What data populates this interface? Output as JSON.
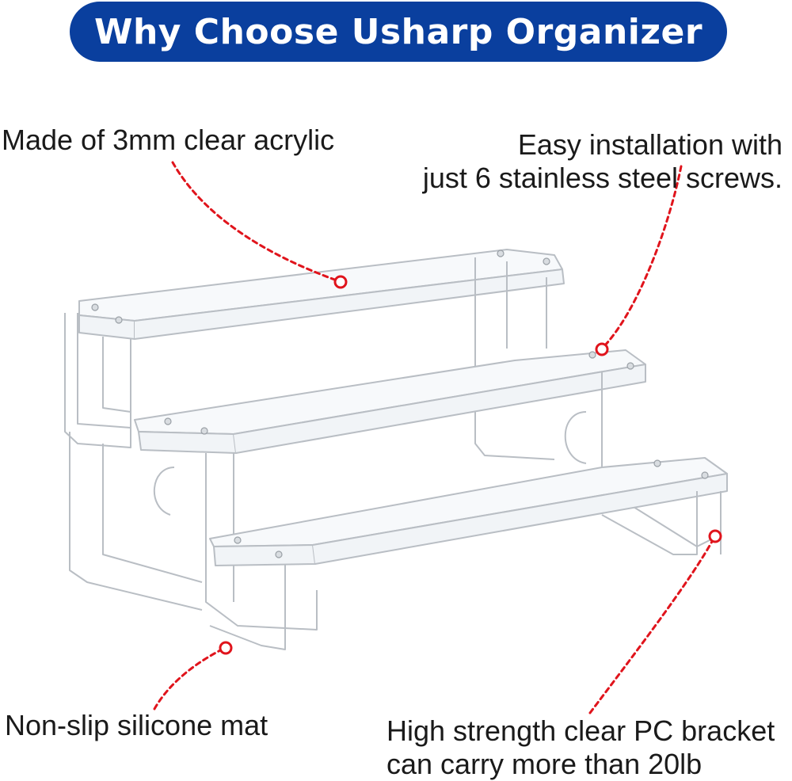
{
  "banner": {
    "title": "Why Choose Usharp Organizer"
  },
  "callouts": {
    "acrylic": {
      "text": "Made of 3mm clear acrylic"
    },
    "installation": {
      "line1": "Easy installation with",
      "line2": "just 6 stainless steel screws."
    },
    "mat": {
      "text": "Non-slip silicone mat"
    },
    "bracket": {
      "line1": "High strength clear PC bracket",
      "line2": "can carry more than 20lb"
    }
  },
  "colors": {
    "banner": "#0a3f9e",
    "banner_text": "#ffffff",
    "pointer": "#e0141c",
    "text": "#1a1a1a",
    "acrylic_edge": "#b9bec4"
  }
}
